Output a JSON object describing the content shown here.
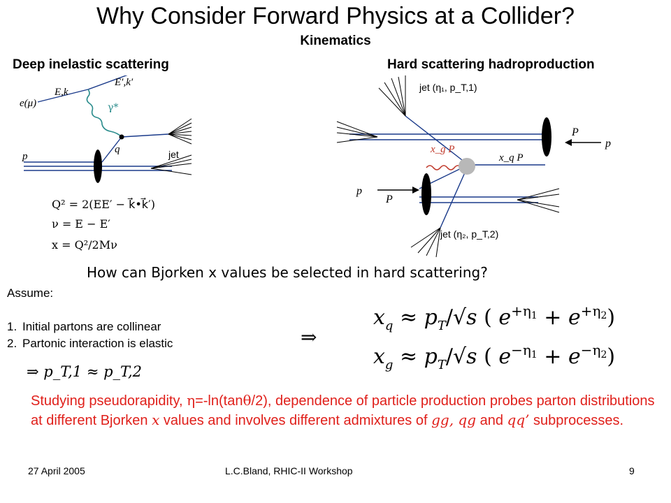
{
  "slide": {
    "title": "Why Consider Forward Physics at a Collider?",
    "subtitle": "Kinematics",
    "dis_label": "Deep inelastic scattering",
    "hadro_label": "Hard scattering hadroproduction"
  },
  "dis_diagram": {
    "lepton_in": "e(μ)",
    "lepton_in_mom": "E,k",
    "lepton_out": "E′,k′",
    "photon": "γ*",
    "quark": "q",
    "proton": "p",
    "jet": "jet",
    "eq1": "Q² = 2(EE′ − k⃗•k⃗′)",
    "eq2": "ν = E − E′",
    "eq3": "x = Q²/2Mν"
  },
  "hadro_diagram": {
    "jet1": "jet (η₁, p_T,1)",
    "jet2": "jet (η₂, p_T,2)",
    "xgP": "x_g P",
    "xqP": "x_q P",
    "p_right": "P",
    "p_right_spin": "p⃗",
    "p_left": "P",
    "p_left_spin": "p⃗"
  },
  "body": {
    "question": "How can Bjorken x values be selected in hard scattering?",
    "assume": "Assume:",
    "assumptions": [
      {
        "num": "1.",
        "text": "Initial partons are collinear"
      },
      {
        "num": "2.",
        "text": "Partonic interaction is elastic"
      }
    ],
    "implies": "⇒",
    "pt_line": "⇒ p_T,1 ≈ p_T,2",
    "formula_xq": "x_q ≈ p_T/√s ( e^{+η1} + e^{+η2} )",
    "formula_xg": "x_g ≈ p_T/√s ( e^{−η1} + e^{−η2} )",
    "conclusion_part1": "Studying pseudorapidity, ",
    "conclusion_eta": "η",
    "conclusion_part2": "=-ln(tan",
    "conclusion_theta": "θ",
    "conclusion_part3": "/2), dependence of particle production probes parton distributions at different Bjorken ",
    "conclusion_x": "x",
    "conclusion_part4": " values and involves different admixtures of ",
    "conclusion_gg": "gg, qg",
    "conclusion_and": " and ",
    "conclusion_qq": "qq’",
    "conclusion_part5": " subprocesses."
  },
  "footer": {
    "date": "27 April 2005",
    "author": "L.C.Bland, RHIC-II Workshop",
    "page": "9"
  },
  "colors": {
    "text": "#000000",
    "accent_red": "#e0201b",
    "photon_teal": "#2a8c8c",
    "gluon_red": "#c0392b",
    "blob_gray": "#b8b8b8"
  }
}
